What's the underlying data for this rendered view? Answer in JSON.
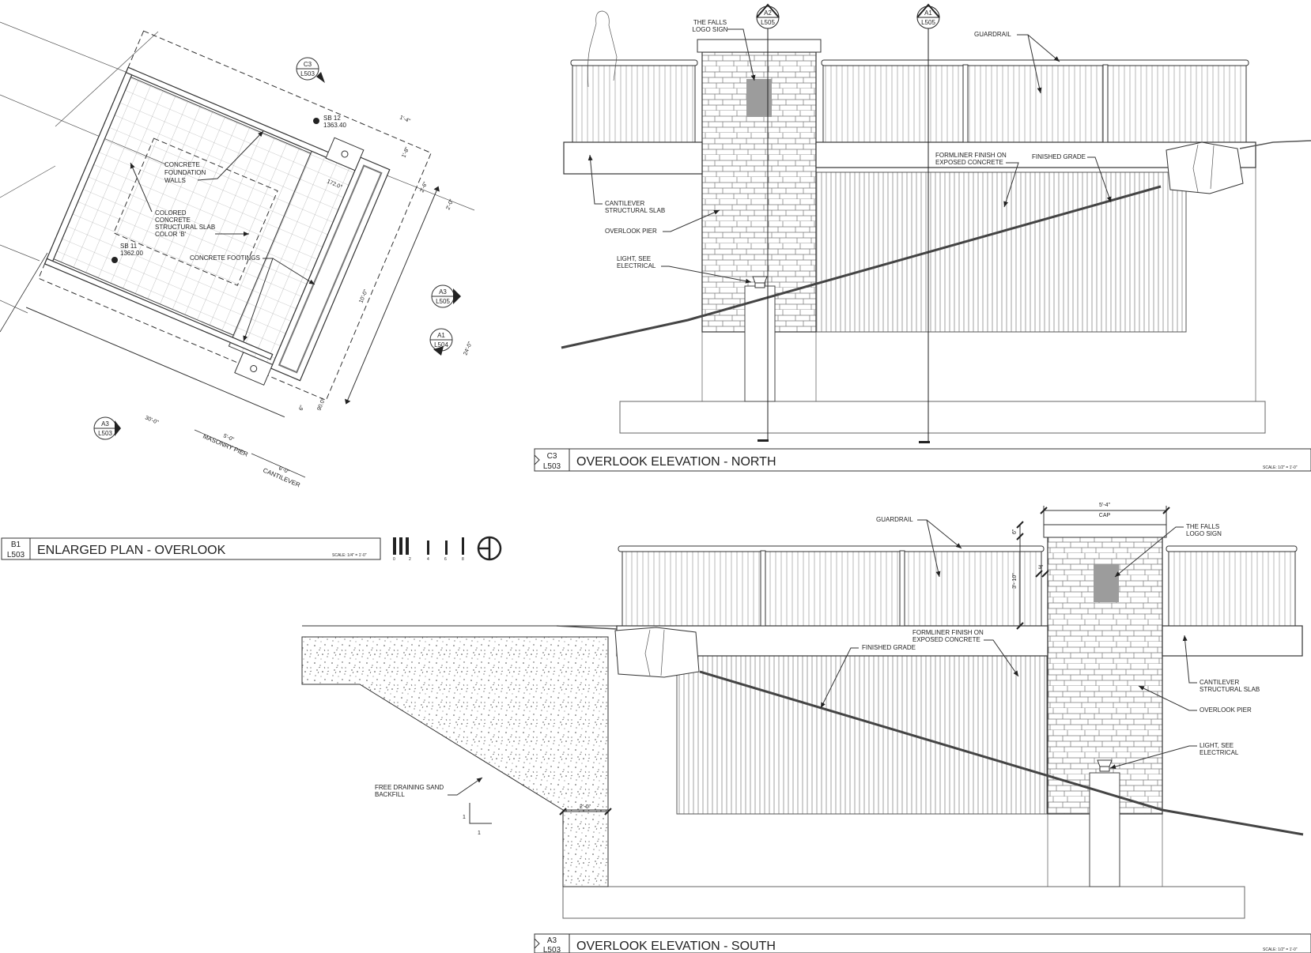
{
  "plan": {
    "notes": {
      "walls": [
        "CONCRETE",
        "FOUNDATION",
        "WALLS"
      ],
      "slab": [
        "COLORED",
        "CONCRETE",
        "STRUCTURAL SLAB",
        "COLOR 'B'"
      ],
      "footings": "CONCRETE FOOTINGS"
    },
    "spot_elevations": [
      {
        "id": "SB 12",
        "elev": "1363.40"
      },
      {
        "id": "SB 11",
        "elev": "1362.00"
      }
    ],
    "angles": [
      "172.0°",
      "90.0°"
    ],
    "dims": {
      "d30": "30'-0\"",
      "d24": "24'-0\"",
      "d10": "10'-0\"",
      "d1_4": "1'-4\"",
      "d1_8": "1'-8\"",
      "d2_6": "2'-6\"",
      "d2_0": "2'-0\"",
      "d6": "6\"",
      "d5_0": "5'-0\"",
      "d6_0": "6'-0\""
    },
    "labels": {
      "pier": "MASONRY PIER",
      "cantilever": "CANTILEVER"
    },
    "callouts": [
      {
        "id": "C3",
        "sheet": "L503"
      },
      {
        "id": "A3",
        "sheet": "L505"
      },
      {
        "id": "A1",
        "sheet": "L504"
      },
      {
        "id": "A3",
        "sheet": "L503"
      }
    ],
    "title": {
      "id": "B1",
      "sheet": "L503",
      "name": "ENLARGED PLAN - OVERLOOK",
      "scale": "SCALE: 1/4\" = 1'-0\""
    },
    "scale_bar": [
      "0",
      "2",
      "4",
      "6",
      "8"
    ]
  },
  "north": {
    "title": {
      "id": "C3",
      "sheet": "L503",
      "name": "OVERLOOK ELEVATION - NORTH",
      "scale": "SCALE: 1/2\" = 1'-0\""
    },
    "callouts": [
      {
        "id": "A2",
        "sheet": "L505"
      },
      {
        "id": "A1",
        "sheet": "L505"
      }
    ],
    "notes": {
      "sign": [
        "THE FALLS",
        "LOGO SIGN"
      ],
      "guardrail": "GUARDRAIL",
      "formliner": [
        "FORMLINER FINISH ON",
        "EXPOSED CONCRETE"
      ],
      "grade": "FINISHED GRADE",
      "slab": [
        "CANTILEVER",
        "STRUCTURAL SLAB"
      ],
      "pier": "OVERLOOK PIER",
      "light": [
        "LIGHT, SEE",
        "ELECTRICAL"
      ]
    }
  },
  "south": {
    "title": {
      "id": "A3",
      "sheet": "L503",
      "name": "OVERLOOK ELEVATION - SOUTH",
      "scale": "SCALE: 1/2\" = 1'-0\""
    },
    "notes": {
      "guardrail": "GUARDRAIL",
      "cap_dim": "5'-4\"",
      "cap": "CAP",
      "sign": [
        "THE FALLS",
        "LOGO SIGN"
      ],
      "formliner": [
        "FORMLINER FINISH ON",
        "EXPOSED CONCRETE"
      ],
      "grade": "FINISHED GRADE",
      "slab": [
        "CANTILEVER",
        "STRUCTURAL SLAB"
      ],
      "pier": "OVERLOOK PIER",
      "light": [
        "LIGHT, SEE",
        "ELECTRICAL"
      ],
      "backfill": [
        "FREE DRAINING SAND",
        "BACKFILL"
      ],
      "slope": [
        "1",
        "1"
      ]
    },
    "dims": {
      "d6": "6\"",
      "d3_10": "3'- 10\"",
      "d3": "3\"",
      "d2_0": "2'-0\""
    }
  }
}
